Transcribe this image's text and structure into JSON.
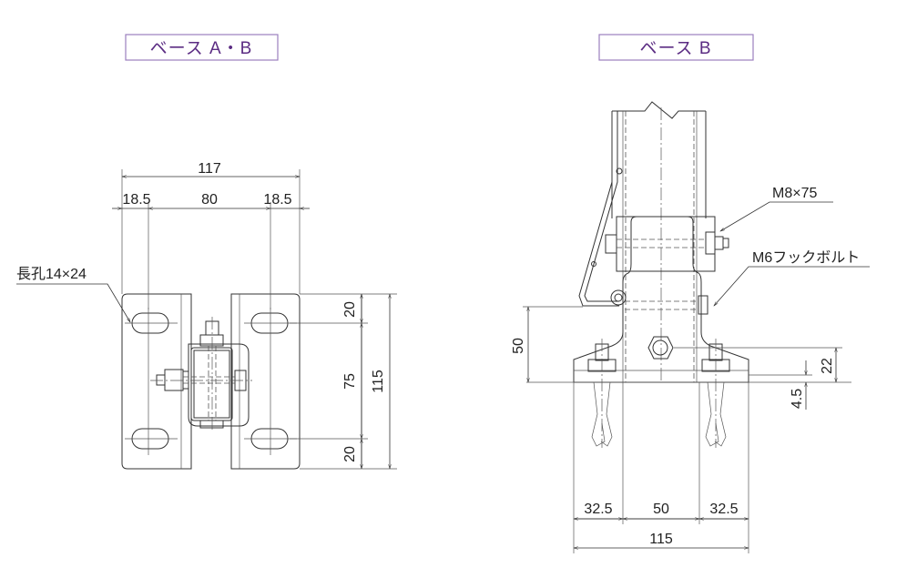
{
  "titles": {
    "left": "ベース A・B",
    "right": "ベース B"
  },
  "left_view": {
    "dims": {
      "overall_width": "117",
      "edge_left": "18.5",
      "slot_pitch": "80",
      "edge_right": "18.5",
      "top_edge": "20",
      "vertical_pitch": "75",
      "bottom_edge": "20",
      "overall_height": "115"
    },
    "slot_label": "長孔14×24"
  },
  "right_view": {
    "labels": {
      "bolt": "M8×75",
      "hook_bolt": "M6フックボルト"
    },
    "dims": {
      "height": "50",
      "plate_height": "22",
      "plate_thickness": "4.5",
      "edge_left": "32.5",
      "center": "50",
      "edge_right": "32.5",
      "overall_width": "115"
    }
  },
  "colors": {
    "title_text": "#5b2c83",
    "title_border": "#9b7fbf"
  }
}
